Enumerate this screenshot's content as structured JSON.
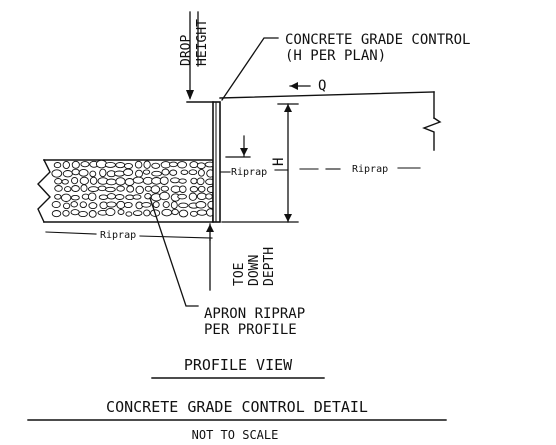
{
  "labels": {
    "drop_line1": "DROP",
    "drop_line2": "HEIGHT",
    "control_line1": "CONCRETE GRADE CONTROL",
    "control_line2": "(H PER PLAN)",
    "flow": "Q",
    "h": "H",
    "riprap_center": "Riprap",
    "riprap_right": "Riprap",
    "riprap_bottom": "Riprap",
    "toe_line1": "TOE",
    "toe_line2": "DOWN",
    "toe_line3": "DEPTH",
    "apron_line1": "APRON RIPRAP",
    "apron_line2": "PER PROFILE",
    "view_title": "PROFILE VIEW",
    "detail_title": "CONCRETE GRADE CONTROL DETAIL",
    "scale_note": "NOT TO SCALE"
  },
  "colors": {
    "ink": "#111111",
    "paper": "#ffffff"
  }
}
